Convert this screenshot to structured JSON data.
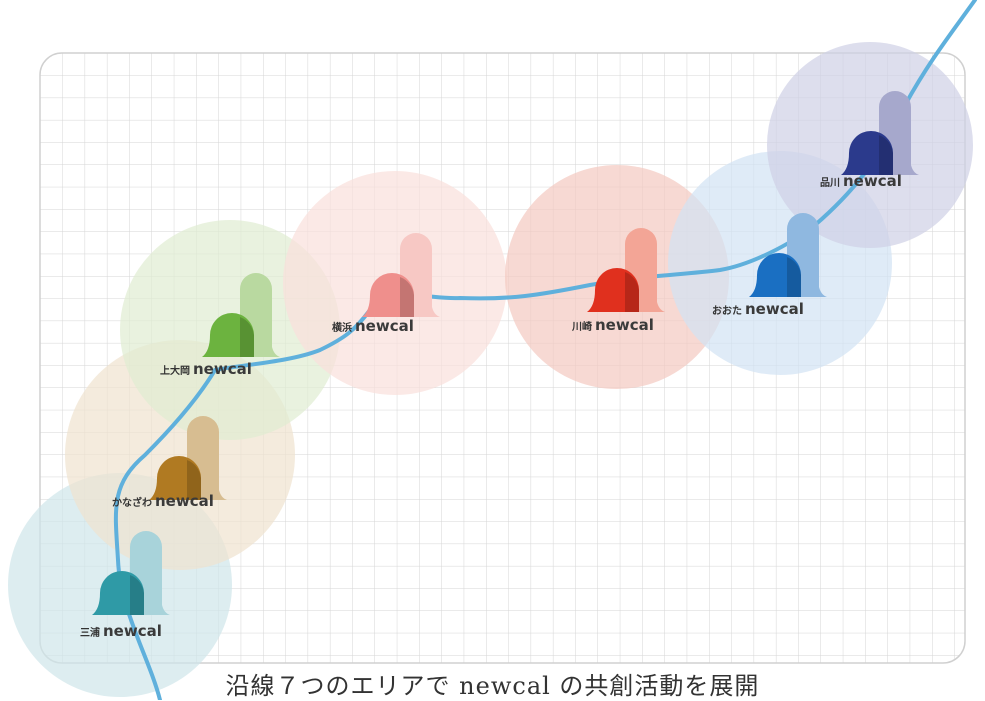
{
  "brand": "newcal",
  "caption": "沿線７つのエリアで newcal の共創活動を展開",
  "stations": [
    {
      "name": "三浦",
      "color": "#2f9aa6",
      "pale": "#a8d3da",
      "area": "#cfe6ea"
    },
    {
      "name": "かなざわ",
      "color": "#b07a22",
      "pale": "#d7bd91",
      "area": "#efe3cf"
    },
    {
      "name": "上大岡",
      "color": "#6cb33f",
      "pale": "#b9d9a0",
      "area": "#e0ecd2"
    },
    {
      "name": "横浜",
      "color": "#ef8f8c",
      "pale": "#f7c8c4",
      "area": "#f9e0dc"
    },
    {
      "name": "川崎",
      "color": "#e0301e",
      "pale": "#f3a596",
      "area": "#f4c9c1"
    },
    {
      "name": "おおた",
      "color": "#1a6fc2",
      "pale": "#8fb8e0",
      "area": "#d2e3f3"
    },
    {
      "name": "品川",
      "color": "#2b3a8c",
      "pale": "#a6a8cc",
      "area": "#cfd0e6"
    }
  ]
}
